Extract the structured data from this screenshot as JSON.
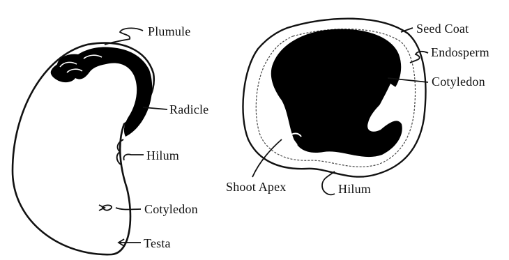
{
  "colors": {
    "ink": "#111111",
    "fill": "#000000",
    "background": "#ffffff"
  },
  "left_seed": {
    "labels": {
      "plumule": "Plumule",
      "radicle": "Radicle",
      "hilum": "Hilum",
      "cotyledon": "Cotyledon",
      "testa": "Testa"
    }
  },
  "right_seed": {
    "labels": {
      "seed_coat": "Seed Coat",
      "endosperm": "Endosperm",
      "cotyledon": "Cotyledon",
      "shoot_apex": "Shoot Apex",
      "hilum": "Hilum"
    }
  }
}
